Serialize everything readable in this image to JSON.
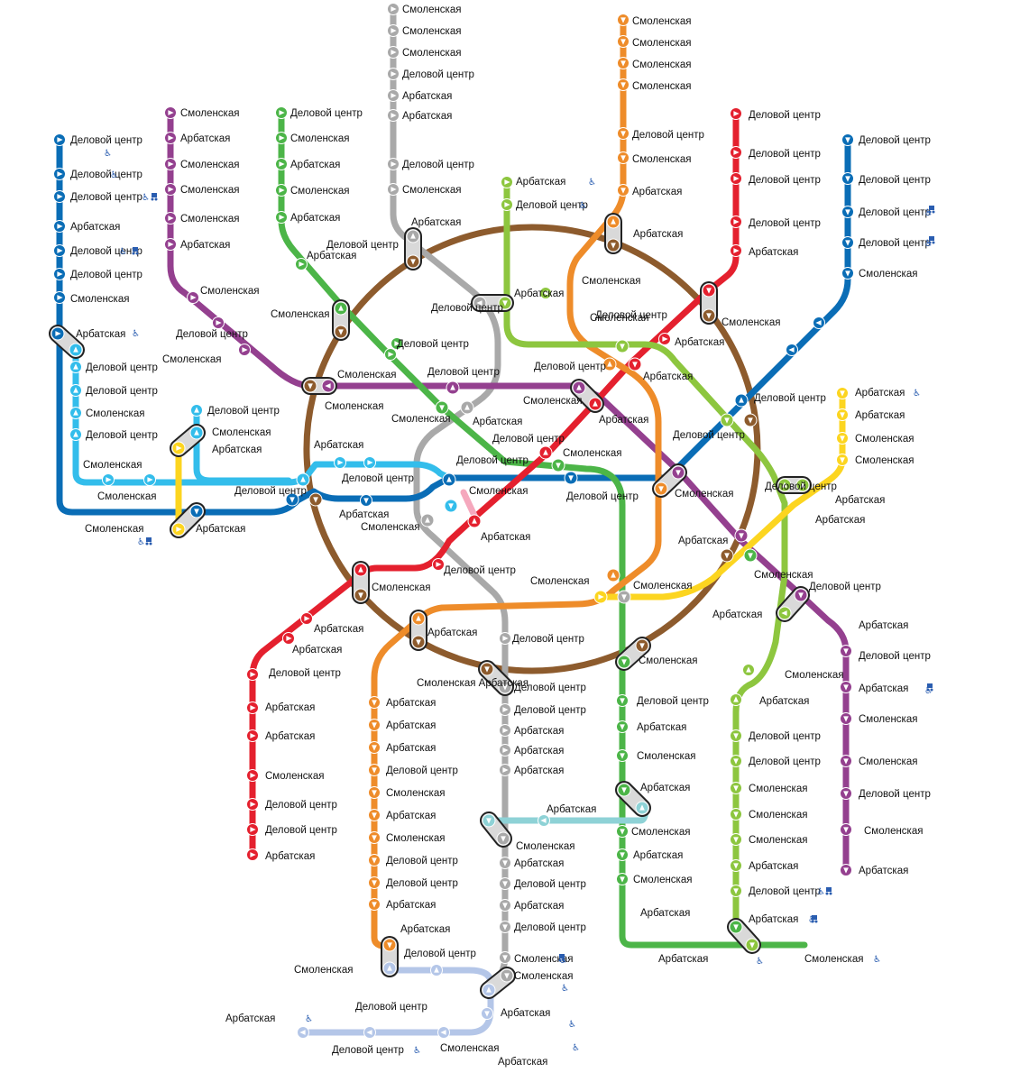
{
  "legend": {
    "title": ""
  },
  "lines": [
    {
      "id": "red",
      "color": "#e4202e"
    },
    {
      "id": "green",
      "color": "#4cb548"
    },
    {
      "id": "blue",
      "color": "#0a6db6"
    },
    {
      "id": "cyan",
      "color": "#33bdeb"
    },
    {
      "id": "ring",
      "color": "#8d5b2d"
    },
    {
      "id": "orange",
      "color": "#ee8c2a"
    },
    {
      "id": "purple",
      "color": "#94408f"
    },
    {
      "id": "yellow",
      "color": "#fcd520"
    },
    {
      "id": "gray",
      "color": "#a9a9a9"
    },
    {
      "id": "lime",
      "color": "#8dc63f"
    },
    {
      "id": "teal",
      "color": "#8ed2d6"
    },
    {
      "id": "lavender",
      "color": "#b4c6e8"
    },
    {
      "id": "pink",
      "color": "#f5a8bd"
    }
  ],
  "icons": {
    "accessible": "wheelchair-icon",
    "stroller": "stroller-icon",
    "direction": "triangle-arrow-icon"
  },
  "labels": [
    "Смоленская",
    "Смоленская",
    "Смоленская",
    "Деловой центр",
    "Арбатская",
    "Арбатская",
    "Деловой центр",
    "Смоленская",
    "Смоленская",
    "Смоленская",
    "Смоленская",
    "Смоленская",
    "Деловой центр",
    "Смоленская",
    "Арбатская",
    "Деловой центр",
    "Деловой центр",
    "Деловой центр",
    "Деловой центр",
    "Арбатская",
    "Деловой центр",
    "Деловой центр",
    "Деловой центр",
    "Деловой центр",
    "Смоленская",
    "Деловой центр",
    "Деловой центр",
    "Деловой центр",
    "Арбатская",
    "Деловой центр",
    "Деловой центр",
    "Смоленская",
    "Арбатская",
    "Деловой центр",
    "Деловой центр",
    "Смоленская",
    "Деловой центр",
    "Смоленская",
    "Смоленская",
    "Деловой центр",
    "Смоленская",
    "Арбатская",
    "Смоленская",
    "Арбатская",
    "Смоленская",
    "Смоленская",
    "Смоленская",
    "Арбатская",
    "Деловой центр",
    "Смоленская",
    "Арбатская",
    "Смоленская",
    "Арбатская",
    "Деловой центр",
    "Арбатская",
    "Смоленская",
    "Деловой центр",
    "Смоленская",
    "Смоленская",
    "Арбатская",
    "Деловой центр",
    "Арбатская",
    "Деловой центр",
    "Арбатская",
    "Деловой центр",
    "Арбатская",
    "Смоленская",
    "Деловой центр",
    "Смоленская",
    "Арбатская",
    "Деловой центр",
    "Арбатская",
    "Смоленская",
    "Смоленская",
    "Деловой центр",
    "Смоленская",
    "Арбатская",
    "Деловой центр",
    "Смоленская",
    "Арбатская",
    "Деловой центр",
    "Деловой центр",
    "Смоленская",
    "Деловой центр",
    "Смоленская",
    "Смоленская",
    "Деловой центр",
    "Арбатская",
    "Деловой центр",
    "Арбатская",
    "Смоленская",
    "Деловой центр",
    "Смоленская",
    "Арбатская",
    "Смоленская",
    "Арбатская",
    "Деловой центр",
    "Смоленская",
    "Смоленская",
    "Смоленская",
    "Арбатская",
    "Деловой центр",
    "Смоленская",
    "Арбатская",
    "Деловой центр",
    "Арбатская",
    "Арбатская",
    "Арбатская",
    "Арбатская",
    "Смоленская",
    "Смоленская",
    "Арбатская",
    "Арбатская",
    "Деловой центр",
    "Арбатская",
    "Арбатская",
    "Смоленская",
    "Деловой центр",
    "Деловой центр",
    "Арбатская",
    "Арбатская",
    "Смоленская Арбатская",
    "Арбатская",
    "Арбатская",
    "Арбатская",
    "Деловой центр",
    "Смоленская",
    "Арбатская",
    "Смоленская",
    "Деловой центр",
    "Деловой центр",
    "Арбатская",
    "Арбатская",
    "Деловой центр",
    "Смоленская",
    "Деловой центр",
    "Деловой центр",
    "Деловой центр",
    "Арбатская",
    "Арбатская",
    "Арбатская",
    "Арбатская",
    "Смоленская",
    "Арбатская",
    "Деловой центр",
    "Арбатская",
    "Деловой центр",
    "Смоленская",
    "Смоленская",
    "Арбатская",
    "Смоленская",
    "Деловой центр",
    "Арбатская",
    "Смоленская",
    "Арбатская",
    "Смоленская",
    "Арбатская",
    "Смоленская",
    "Арбатская",
    "Арбатская",
    "Смоленская",
    "Арбатская",
    "Деловой центр",
    "Деловой центр",
    "Смоленская",
    "Смоленская",
    "Смоленская",
    "Арбатская",
    "Деловой центр",
    "Арбатская",
    "Смоленская",
    "Арбатская",
    "Деловой центр",
    "Арбатская",
    "Смоленская",
    "Смоленская",
    "Деловой центр",
    "Смоленская",
    "Арбатская",
    "Деловой центр",
    "Арбатская",
    "Деловой центр",
    "Смоленская",
    "Арбатская"
  ]
}
